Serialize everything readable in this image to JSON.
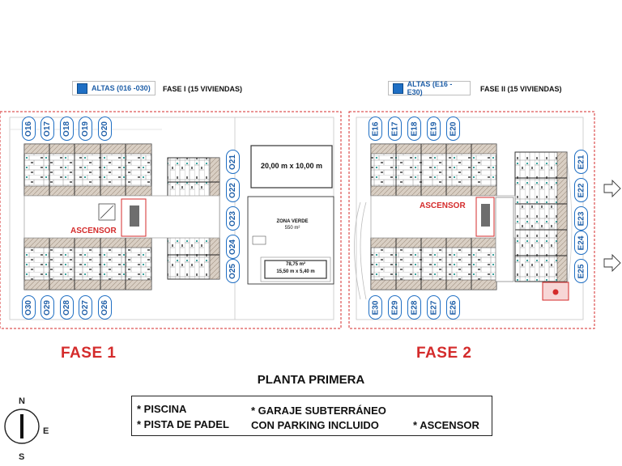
{
  "legend": {
    "left": {
      "label": "ALTAS (016 -030)",
      "phase": "FASE I (15 VIVIENDAS)"
    },
    "right": {
      "label": "ALTAS (E16 -E30)",
      "phase": "FASE II (15 VIVIENDAS)"
    }
  },
  "phase1": {
    "title": "FASE 1",
    "ascensor": "ASCENSOR",
    "units_top": [
      "O16",
      "O17",
      "O18",
      "O19",
      "O20"
    ],
    "units_right": [
      "O21",
      "O22",
      "O23",
      "O24",
      "O25"
    ],
    "units_bottom": [
      "O30",
      "O29",
      "O28",
      "O27",
      "O26"
    ],
    "court_label": "20,00 m x 10,00 m",
    "green_title": "ZONA VERDE",
    "green_area": "550 m²",
    "pool_area": "78,75 m²",
    "pool_dims": "15,50 m x 5,40 m"
  },
  "phase2": {
    "title": "FASE 2",
    "ascensor": "ASCENSOR",
    "units_top": [
      "E16",
      "E17",
      "E18",
      "E19",
      "E20"
    ],
    "units_right": [
      "E21",
      "E22",
      "E23",
      "E24",
      "E25"
    ],
    "units_bottom": [
      "E30",
      "E29",
      "E28",
      "E27",
      "E26"
    ]
  },
  "planta": "PLANTA PRIMERA",
  "amenities": {
    "a1": "* PISCINA",
    "a2": "* PISTA DE PADEL",
    "a3": "* GARAJE SUBTERRÁNEO",
    "a4": "CON PARKING INCLUIDO",
    "a5": "* ASCENSOR"
  },
  "compass": {
    "n": "N",
    "e": "E",
    "s": "S"
  },
  "colors": {
    "accent_blue": "#1f6fc4",
    "red": "#d42b2b",
    "line": "#444444"
  }
}
